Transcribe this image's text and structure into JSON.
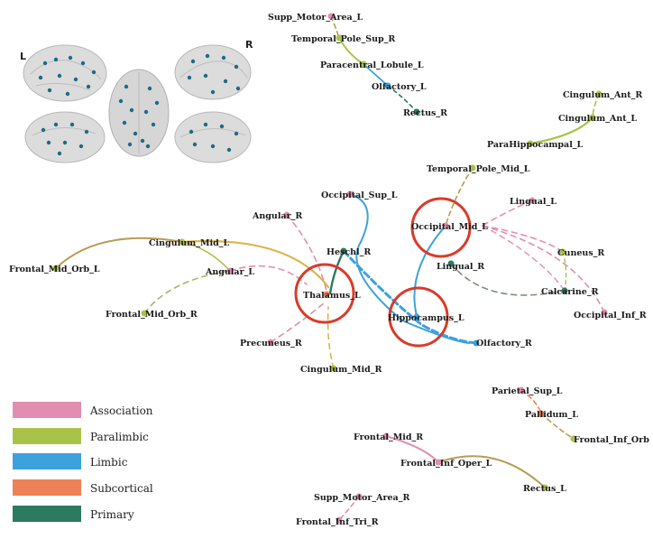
{
  "brain_panel": {
    "left_label": "L",
    "right_label": "R"
  },
  "colors": {
    "association": "#e08fb0",
    "paralimbic": "#a9c34a",
    "limbic": "#3ca1dc",
    "subcortical": "#ef8156",
    "primary": "#2c7a5f",
    "mixed": "#b89a55",
    "grey_dash": "#7d8c7c",
    "highlight_ring": "#d93b2b"
  },
  "legend": [
    {
      "label": "Association",
      "color": "#e08fb0"
    },
    {
      "label": "Paralimbic",
      "color": "#a9c34a"
    },
    {
      "label": "Limbic",
      "color": "#3ca1dc"
    },
    {
      "label": "Subcortical",
      "color": "#ef8156"
    },
    {
      "label": "Primary",
      "color": "#2c7a5f"
    }
  ],
  "nodes": {
    "supp_motor_area_l": {
      "label": "Supp_Motor_Area_L"
    },
    "temporal_pole_sup_r": {
      "label": "Temporal_Pole_Sup_R"
    },
    "paracentral_lobule_l": {
      "label": "Paracentral_Lobule_L"
    },
    "olfactory_l": {
      "label": "Olfactory_L"
    },
    "rectus_r": {
      "label": "Rectus_R"
    },
    "cingulum_ant_r": {
      "label": "Cingulum_Ant_R"
    },
    "cingulum_ant_l": {
      "label": "Cingulum_Ant_L"
    },
    "parahippocampal_l": {
      "label": "ParaHippocampal_L"
    },
    "temporal_pole_mid_l": {
      "label": "Temporal_Pole_Mid_L"
    },
    "occipital_sup_l": {
      "label": "Occipital_Sup_L"
    },
    "lingual_l": {
      "label": "Lingual_L"
    },
    "occipital_mid_l": {
      "label": "Occipital_Mid_L"
    },
    "angular_r": {
      "label": "Angular_R"
    },
    "cingulum_mid_l": {
      "label": "Cingulum_Mid_L"
    },
    "heschl_r": {
      "label": "Heschl_R"
    },
    "cuneus_r": {
      "label": "Cuneus_R"
    },
    "frontal_mid_orb_l": {
      "label": "Frontal_Mid_Orb_L"
    },
    "angular_l": {
      "label": "Angular_L"
    },
    "lingual_r": {
      "label": "Lingual_R"
    },
    "calcarine_r": {
      "label": "Calcarine_R"
    },
    "thalamus_l": {
      "label": "Thalamus_L"
    },
    "frontal_mid_orb_r": {
      "label": "Frontal_Mid_Orb_R"
    },
    "hippocampus_l": {
      "label": "Hippocampus_L"
    },
    "occipital_inf_r": {
      "label": "Occipital_Inf_R"
    },
    "precuneus_r": {
      "label": "Precuneus_R"
    },
    "olfactory_r": {
      "label": "Olfactory_R"
    },
    "cingulum_mid_r": {
      "label": "Cingulum_Mid_R"
    },
    "parietal_sup_l": {
      "label": "Parietal_Sup_L"
    },
    "pallidum_l": {
      "label": "Pallidum_L"
    },
    "frontal_inf_orb": {
      "label": "Frontal_Inf_Orb"
    },
    "frontal_mid_r": {
      "label": "Frontal_Mid_R"
    },
    "frontal_inf_oper_l": {
      "label": "Frontal_Inf_Oper_L"
    },
    "rectus_l": {
      "label": "Rectus_L"
    },
    "supp_motor_area_r": {
      "label": "Supp_Motor_Area_R"
    },
    "frontal_inf_tri_r": {
      "label": "Frontal_Inf_Tri_R"
    }
  }
}
